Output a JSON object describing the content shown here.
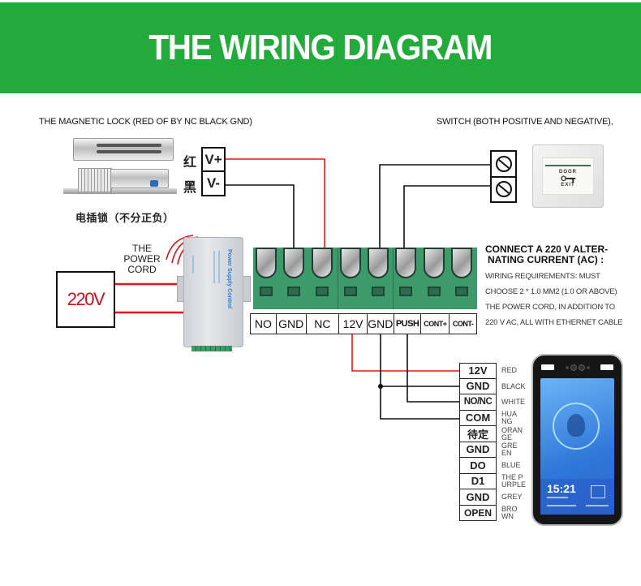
{
  "header": {
    "title": "THE WIRING DIAGRAM",
    "background_color": "#22ab3b"
  },
  "magnetic_lock": {
    "caption": "THE MAGNETIC LOCK (RED OF BY NC BLACK GND)",
    "chinese_caption": "电插锁（不分正负）",
    "terminals": [
      {
        "cn": "红",
        "label": "V+",
        "wire_color": "#e8141b"
      },
      {
        "cn": "黑",
        "label": "V-",
        "wire_color": "#111111"
      }
    ]
  },
  "exit_switch": {
    "caption": "SWITCH (BOTH POSITIVE AND NEGATIVE),",
    "button_top_text": "DOOR",
    "button_bottom_text": "EXIT",
    "screw_terminals": 2
  },
  "power_supply": {
    "cord_label_lines": [
      "THE",
      "POWER",
      "CORD"
    ],
    "mains_label": "220V",
    "device_label": "Power Supply Control"
  },
  "terminal_strip": {
    "labels": [
      "NO",
      "GND",
      "NC",
      "12V",
      "GND",
      "PUSH",
      "CONT+",
      "CONT-"
    ]
  },
  "info": {
    "heading_lines": [
      "CONNECT A 220 V ALTER-",
      "NATING CURRENT (AC) :"
    ],
    "body_lines": [
      "WIRING REQUIREMENTS: MUST",
      "CHOOSE 2 * 1.0 MM2 (1.0 OR ABOVE)",
      "THE POWER CORD, IN ADDITION TO",
      "220 V AC, ALL WITH ETHERNET CABLE"
    ]
  },
  "reader_pins": [
    {
      "label": "12V",
      "color": "RED"
    },
    {
      "label": "GND",
      "color": "BLACK"
    },
    {
      "label": "NO/NC",
      "color": "WHITE"
    },
    {
      "label": "COM",
      "color": "HUA NG"
    },
    {
      "label": "待定",
      "color": "ORAN GE"
    },
    {
      "label": "GND",
      "color": "GRE EN"
    },
    {
      "label": "DO",
      "color": "BLUE"
    },
    {
      "label": "D1",
      "color": "THE P URPLE"
    },
    {
      "label": "GND",
      "color": "GREY"
    },
    {
      "label": "OPEN",
      "color": "BRO WN"
    }
  ],
  "face_terminal": {
    "time": "15:21"
  },
  "connections": [
    {
      "from": "V+",
      "to": "NC",
      "color": "red"
    },
    {
      "from": "V-",
      "to": "GND",
      "color": "black"
    },
    {
      "from": "switch-1",
      "to": "GND",
      "color": "black"
    },
    {
      "from": "switch-2",
      "to": "PUSH",
      "color": "black"
    },
    {
      "from": "12V",
      "to": "reader-12V",
      "color": "red"
    },
    {
      "from": "GND",
      "to": "reader-GND",
      "color": "black"
    },
    {
      "from": "GND",
      "to": "reader-COM",
      "color": "black"
    },
    {
      "from": "PUSH",
      "to": "reader-NO/NC",
      "color": "black"
    },
    {
      "from": "220V",
      "to": "power-supply",
      "color": "red"
    }
  ],
  "colors": {
    "red_wire": "#e8141b",
    "black_wire": "#111111",
    "terminal_green": "#3d9a6a"
  }
}
